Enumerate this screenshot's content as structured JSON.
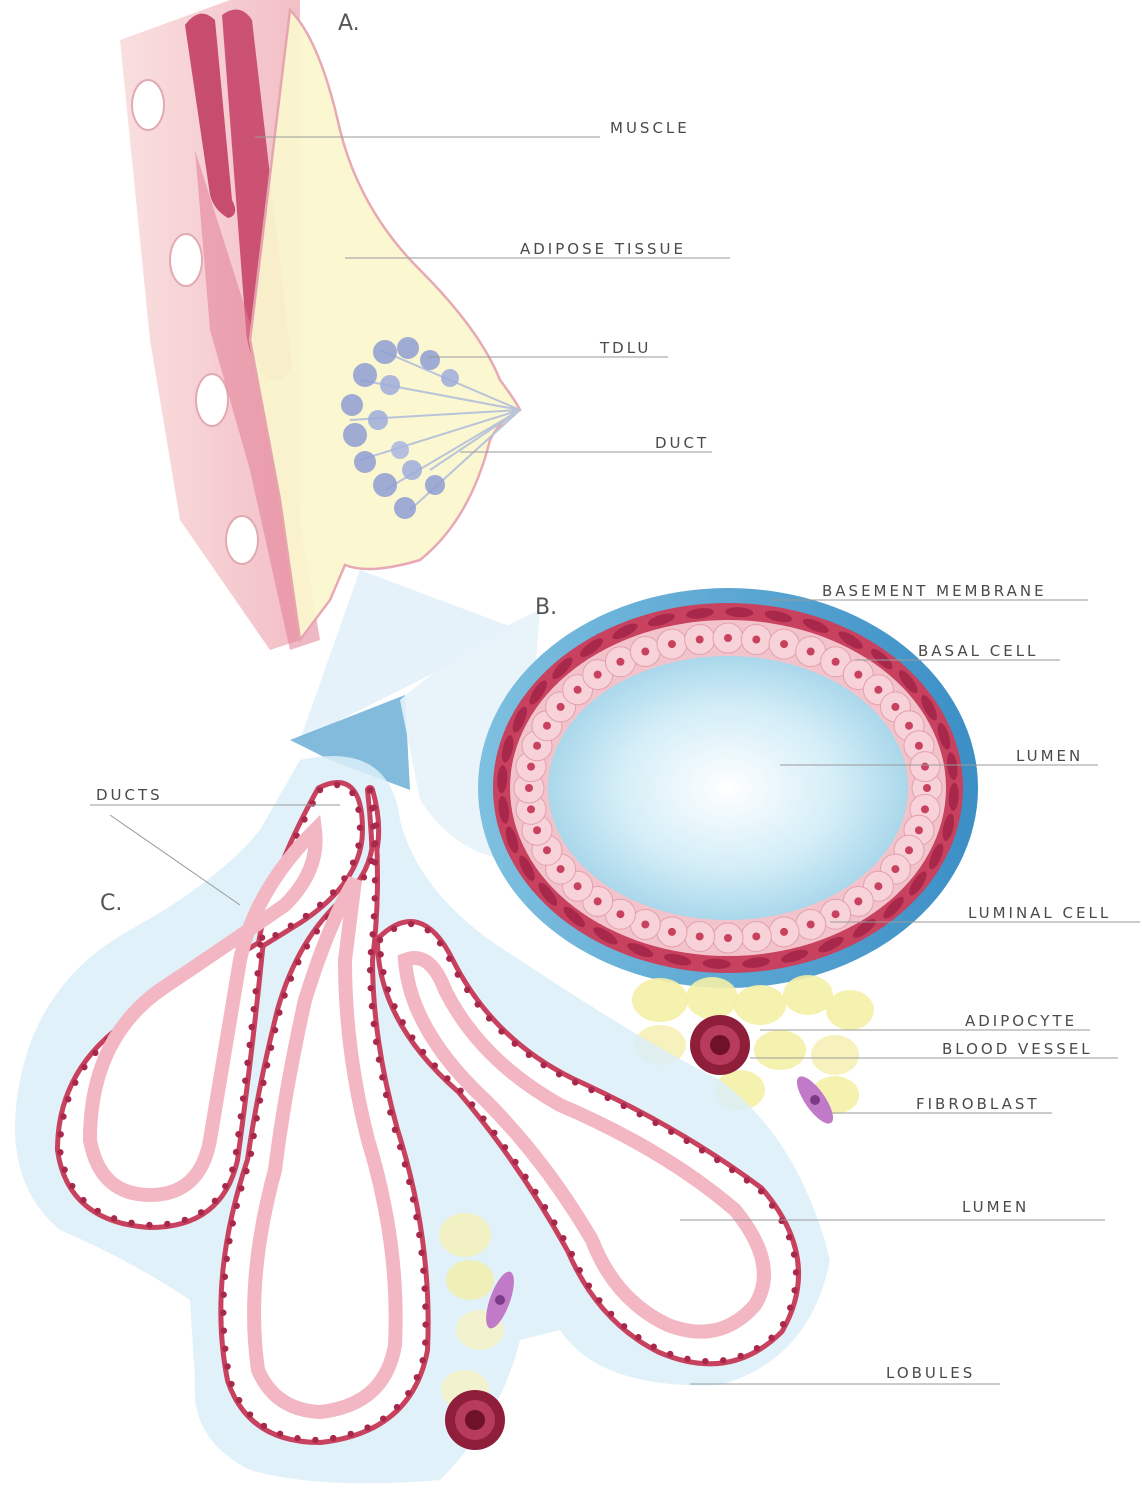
{
  "panels": {
    "a": "A.",
    "b": "B.",
    "c": "C."
  },
  "labels": {
    "muscle": "MUSCLE",
    "adipose_tissue": "ADIPOSE TISSUE",
    "tdlu": "TDLU",
    "duct": "DUCT",
    "basement_membrane": "BASEMENT MEMBRANE",
    "basal_cell": "BASAL CELL",
    "lumen_b": "LUMEN",
    "luminal_cell": "LUMINAL CELL",
    "adipocyte": "ADIPOCYTE",
    "blood_vessel": "BLOOD VESSEL",
    "fibroblast": "FIBROBLAST",
    "lumen_c": "LUMEN",
    "lobules": "LOBULES",
    "ducts": "DUCTS"
  },
  "colors": {
    "basal": "#c8415e",
    "luminal": "#f3c3cc",
    "membrane": "#4a8fc2",
    "lumen": "#d8eef6",
    "adipocyte": "#f4efa6",
    "vessel": "#8e1e3a",
    "fibroblast": "#b16fb8",
    "skin": "#f3c7cb",
    "muscle": "#c23e63"
  }
}
